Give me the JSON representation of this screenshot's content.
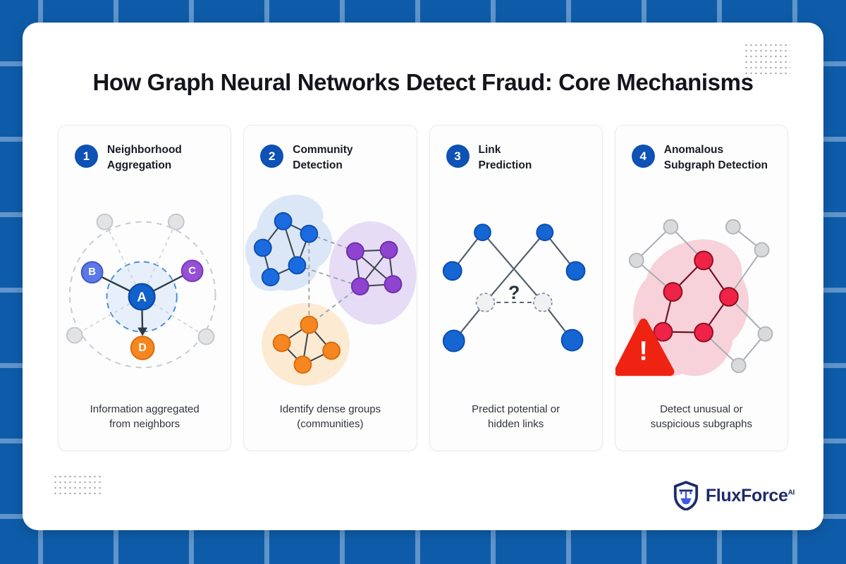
{
  "page": {
    "title": "How Graph Neural Networks Detect Fraud: Core Mechanisms"
  },
  "brand": {
    "name": "FluxForce",
    "suffix": "AI"
  },
  "colors": {
    "background_blue": "#0e5ca9",
    "grid_line": "#6094ca",
    "badge_blue": "#0d52b4",
    "node_blue": "#1565d2",
    "node_indigo": "#5b78e6",
    "node_purple": "#9550d6",
    "node_orange": "#f6861f",
    "node_red": "#ef2347",
    "node_gray": "#e2e3e5",
    "alert_red": "#ee2312",
    "blob_blue": "#dbe7f7",
    "blob_purple": "#e6dcf5",
    "blob_orange": "#fcebd2",
    "blob_pink": "#f8d2da"
  },
  "cards": [
    {
      "number": "1",
      "title_line1": "Neighborhood",
      "title_line2": "Aggregation",
      "desc_line1": "Information aggregated",
      "desc_line2": "from neighbors",
      "node_labels": {
        "a": "A",
        "b": "B",
        "c": "C",
        "d": "D"
      }
    },
    {
      "number": "2",
      "title_line1": "Community",
      "title_line2": "Detection",
      "desc_line1": "Identify dense groups",
      "desc_line2": "(communities)"
    },
    {
      "number": "3",
      "title_line1": "Link",
      "title_line2": "Prediction",
      "desc_line1": "Predict potential or",
      "desc_line2": "hidden links",
      "unknown_link_label": "?"
    },
    {
      "number": "4",
      "title_line1": "Anomalous",
      "title_line2": "Subgraph Detection",
      "desc_line1": "Detect unusual or",
      "desc_line2": "suspicious subgraphs",
      "alert_label": "!"
    }
  ]
}
